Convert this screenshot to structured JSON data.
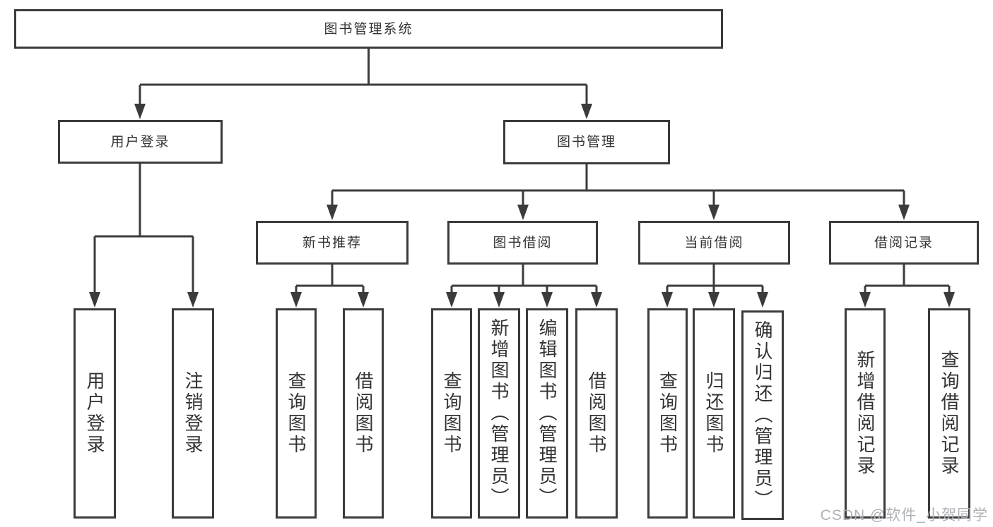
{
  "diagram": {
    "title": "图书管理系统",
    "root": {
      "label": "图书管理系统"
    },
    "branches": [
      {
        "label": "用户登录",
        "children": [
          {
            "label": "用户登录"
          },
          {
            "label": "注销登录"
          }
        ]
      },
      {
        "label": "图书管理",
        "children": [
          {
            "label": "新书推荐",
            "children": [
              {
                "label": "查询图书"
              },
              {
                "label": "借阅图书"
              }
            ]
          },
          {
            "label": "图书借阅",
            "children": [
              {
                "label": "查询图书"
              },
              {
                "label": "新增图书（管理员）"
              },
              {
                "label": "编辑图书（管理员）"
              },
              {
                "label": "借阅图书"
              }
            ]
          },
          {
            "label": "当前借阅",
            "children": [
              {
                "label": "查询图书"
              },
              {
                "label": "归还图书"
              },
              {
                "label": "确认归还（管理员）"
              }
            ]
          },
          {
            "label": "借阅记录",
            "children": [
              {
                "label": "新增借阅记录"
              },
              {
                "label": "查询借阅记录"
              }
            ]
          }
        ]
      }
    ],
    "connector_color": "#3b3b3b",
    "box_background": "#ffffff",
    "text_color": "#333333"
  },
  "watermark": {
    "text": "CSDN @软件_小贺同学"
  }
}
